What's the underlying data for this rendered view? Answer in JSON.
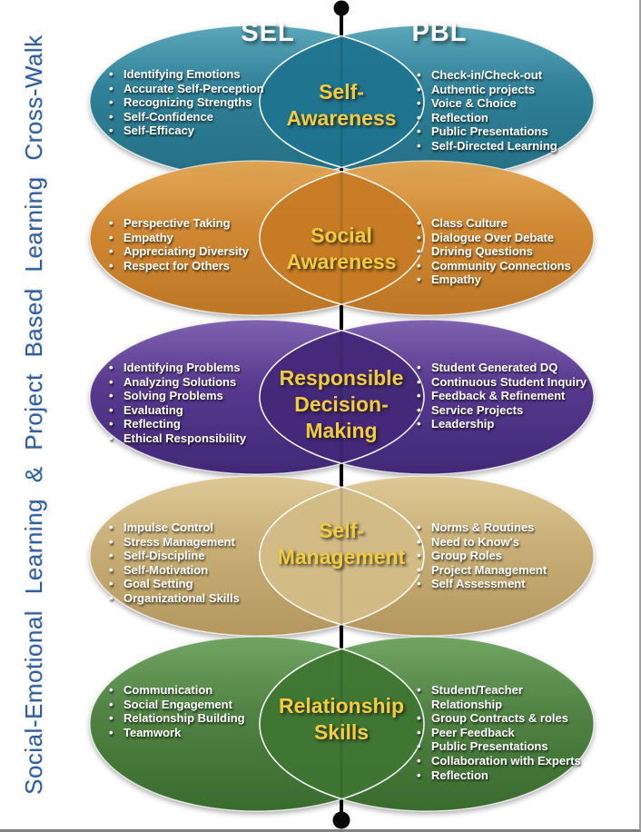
{
  "title_sidebar": "Social-Emotional Learning & Project Based Learning Cross-Walk",
  "columns": {
    "left": "SEL",
    "right": "PBL"
  },
  "icons": {
    "bullet": "•",
    "timeline_dot": "●"
  },
  "colors": {
    "side_title": "#2E5E9C",
    "center_label": "#F2CC40",
    "item_text": "#FFFFFF",
    "timeline": "#070707",
    "rows": [
      {
        "name": "self-awareness",
        "light": "#57A5B8",
        "base": "#2A7D96",
        "dark": "#1E6C82",
        "lens": "#1F7490"
      },
      {
        "name": "social-awareness",
        "light": "#E2A755",
        "base": "#D0862E",
        "dark": "#BC7420",
        "lens": "#C77B24"
      },
      {
        "name": "responsible-decision-making",
        "light": "#7C5FAE",
        "base": "#53358D",
        "dark": "#3D2374",
        "lens": "#452979"
      },
      {
        "name": "self-management",
        "light": "#DDC795",
        "base": "#C8AE74",
        "dark": "#B2955B",
        "lens": "#D2BB86"
      },
      {
        "name": "relationship-skills",
        "light": "#6EA35F",
        "base": "#4D8140",
        "dark": "#35682A",
        "lens": "#3E7632"
      }
    ]
  },
  "rows": [
    {
      "label": "Self-Awareness",
      "label_lines": [
        "Self-",
        "Awareness"
      ],
      "sel_items": [
        "Identifying Emotions",
        "Accurate Self-Perception",
        "Recognizing Strengths",
        "Self-Confidence",
        "Self-Efficacy"
      ],
      "pbl_items": [
        "Check-in/Check-out",
        "Authentic projects",
        "Voice & Choice",
        "Reflection",
        "Public Presentations",
        "Self-Directed Learning"
      ]
    },
    {
      "label": "Social Awareness",
      "label_lines": [
        "Social",
        "Awareness"
      ],
      "sel_items": [
        "Perspective Taking",
        "Empathy",
        "Appreciating Diversity",
        "Respect for Others"
      ],
      "pbl_items": [
        "Class Culture",
        "Dialogue Over Debate",
        "Driving Questions",
        "Community Connections",
        "Empathy"
      ]
    },
    {
      "label": "Responsible Decision-Making",
      "label_lines": [
        "Responsible",
        "Decision-",
        "Making"
      ],
      "sel_items": [
        "Identifying Problems",
        "Analyzing Solutions",
        "Solving Problems",
        "Evaluating",
        "Reflecting",
        "Ethical Responsibility"
      ],
      "pbl_items": [
        "Student Generated DQ",
        "Continuous Student Inquiry",
        "Feedback & Refinement",
        "Service Projects",
        "Leadership"
      ]
    },
    {
      "label": "Self-Management",
      "label_lines": [
        "Self-",
        "Management"
      ],
      "sel_items": [
        "Impulse Control",
        "Stress Management",
        "Self-Discipline",
        "Self-Motivation",
        "Goal Setting",
        "Organizational Skills"
      ],
      "pbl_items": [
        "Norms & Routines",
        "Need to Know's",
        "Group Roles",
        "Project Management",
        "Self Assessment"
      ]
    },
    {
      "label": "Relationship Skills",
      "label_lines": [
        "Relationship",
        "Skills"
      ],
      "sel_items": [
        "Communication",
        "Social Engagement",
        "Relationship Building",
        "Teamwork"
      ],
      "pbl_items": [
        "Student/Teacher Relationship",
        "Group Contracts & roles",
        "Peer Feedback",
        "Public Presentations",
        "Collaboration with Experts",
        "Reflection"
      ]
    }
  ]
}
